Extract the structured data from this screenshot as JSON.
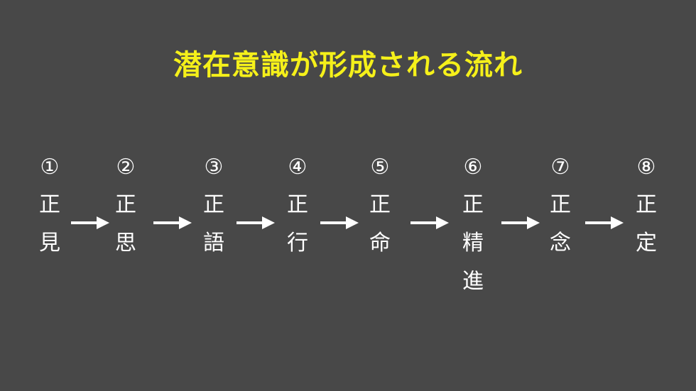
{
  "title": "潜在意識が形成される流れ",
  "colors": {
    "background": "#484848",
    "title": "#f5f01a",
    "text": "#ffffff",
    "arrow": "#ffffff"
  },
  "steps": [
    {
      "number": "①",
      "chars": [
        "正",
        "見"
      ]
    },
    {
      "number": "②",
      "chars": [
        "正",
        "思"
      ]
    },
    {
      "number": "③",
      "chars": [
        "正",
        "語"
      ]
    },
    {
      "number": "④",
      "chars": [
        "正",
        "行"
      ]
    },
    {
      "number": "⑤",
      "chars": [
        "正",
        "命"
      ]
    },
    {
      "number": "⑥",
      "chars": [
        "正",
        "精",
        "進"
      ]
    },
    {
      "number": "⑦",
      "chars": [
        "正",
        "念"
      ]
    },
    {
      "number": "⑧",
      "chars": [
        "正",
        "定"
      ]
    }
  ]
}
